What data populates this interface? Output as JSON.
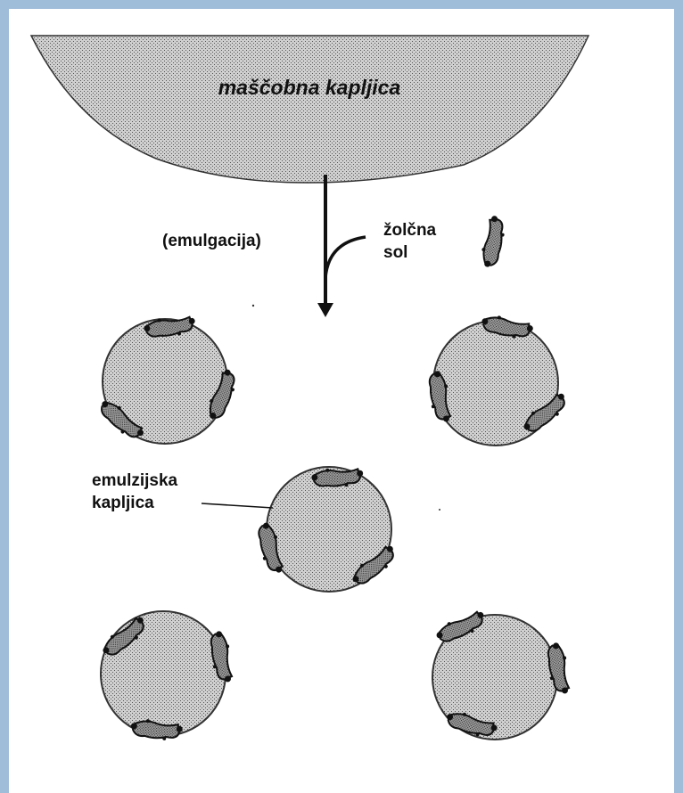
{
  "diagram": {
    "fat_droplet_label": "maščobna kapljica",
    "process_label": "(emulgacija)",
    "bile_salt_label": [
      "žolčna",
      "sol"
    ],
    "emulsion_droplet_label": [
      "emulzijska",
      "kapljica"
    ]
  },
  "colors": {
    "frame_border": "#9fbcd9",
    "droplet_fill": "#c9c9c9",
    "bile_salt_fill": "#8a8a8a",
    "outline": "#111111"
  }
}
